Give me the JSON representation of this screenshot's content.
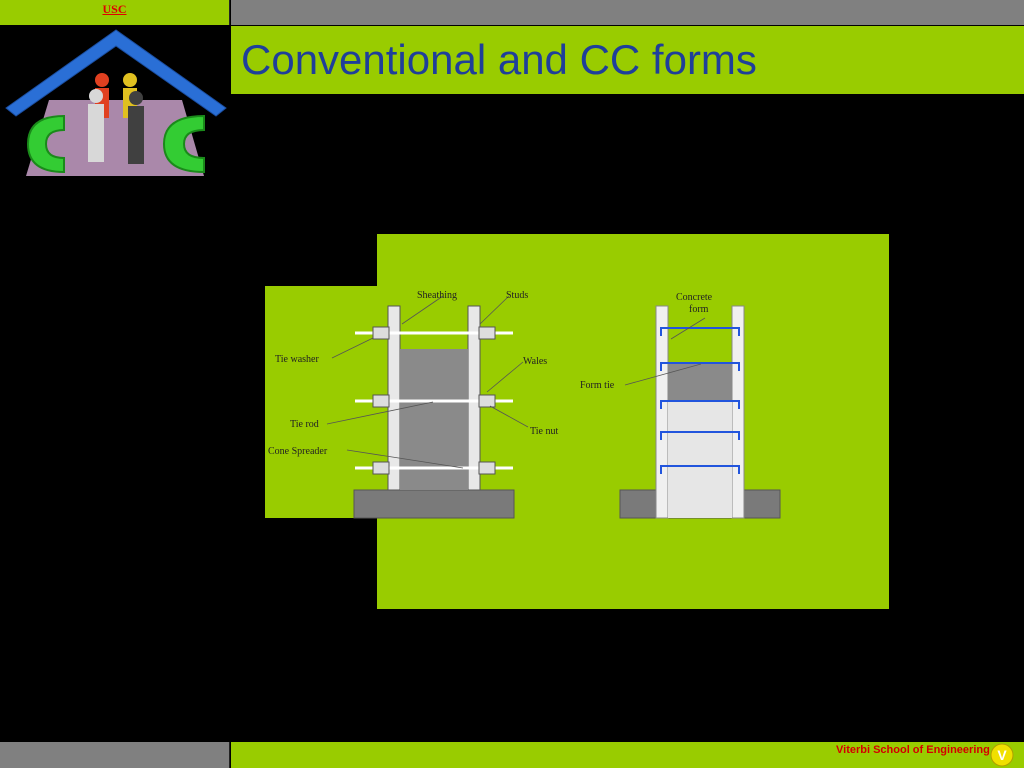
{
  "header": {
    "usc_label": "USC",
    "title": "Conventional and CC forms"
  },
  "footer": {
    "school": "Viterbi School of Engineering",
    "logo_letter": "V"
  },
  "diagram": {
    "conventional_labels": {
      "sheathing": "Sheathing",
      "studs": "Studs",
      "tie_washer": "Tie washer",
      "wales": "Wales",
      "tie_rod": "Tie rod",
      "tie_nut": "Tie nut",
      "cone_spreader": "Cone Spreader"
    },
    "cc_labels": {
      "concrete_form_line1": "Concrete",
      "concrete_form_line2": "form",
      "form_tie": "Form tie"
    }
  },
  "colors": {
    "accent_green": "#99cc00",
    "title_blue": "#1f3f9a",
    "bar_gray": "#808080",
    "usc_red": "#e00000"
  },
  "icons": {
    "logo": "contour-crafting-house-logo",
    "footer_logo": "viterbi-v-icon"
  }
}
